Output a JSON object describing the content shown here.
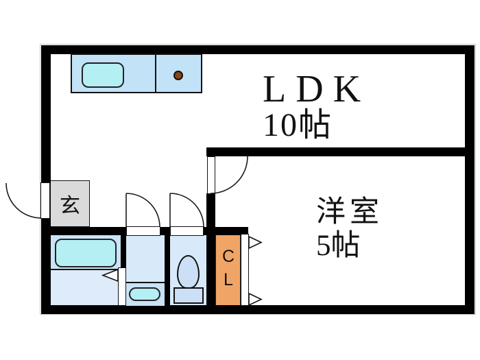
{
  "title": "apartment-floor-plan",
  "colors": {
    "wall": "#000000",
    "counter_blue": "#c2e2f8",
    "fixture_cyan": "#b4eff4",
    "room_blue": "#d8e9fa",
    "bath_upper": "#c9e4f7",
    "bath_lower": "#ddebfa",
    "vanity": "#c9e2f5",
    "toilet_fixture": "#cbe0f6",
    "closet_orange": "#f0a466",
    "entrance_gray": "#dadada",
    "burner_brown": "#8b4513"
  },
  "rooms": {
    "ldk": {
      "label": "LDK",
      "size": "10帖"
    },
    "western": {
      "label": "洋室",
      "size": "5帖"
    },
    "entrance": {
      "label": "玄"
    },
    "closet": {
      "label": "CL"
    }
  },
  "icons": {
    "kitchen_sink": "sink-icon",
    "stove_burner": "burner-icon",
    "bathtub": "bathtub-icon",
    "toilet": "toilet-icon",
    "washbasin": "washbasin-icon",
    "entry_door": "door-swing-arc-icon",
    "room_door": "door-swing-arc-icon",
    "sliding_door": "sliding-door-arrow-icon"
  }
}
